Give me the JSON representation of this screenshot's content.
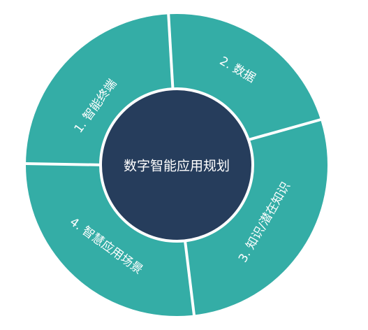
{
  "center": {
    "label": "数字智能应用规划"
  },
  "segments": [
    {
      "label": "1.  智能终端"
    },
    {
      "label": "2.  数据"
    },
    {
      "label": "3. 知识/潜在知识"
    },
    {
      "label": "4. 智慧应用场景"
    }
  ],
  "colors": {
    "ring": "#34ada6",
    "center": "#263d5c",
    "divider": "#ffffff",
    "text": "#ffffff"
  }
}
